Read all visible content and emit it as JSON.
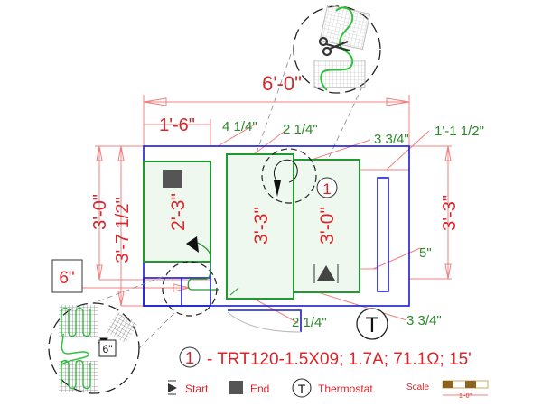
{
  "dimensions": {
    "overall_width": "6'-0\"",
    "left_width": "1'-6\"",
    "gap_4_1_4": "4 1/4\"",
    "gap_2_1_4_top": "2 1/4\"",
    "gap_3_3_4_top": "3 3/4\"",
    "gap_1_1_1_2": "1'-1 1/2\"",
    "left_height_3_0": "3'-0\"",
    "left_height_3_7_1_2": "3'-7 1/2\"",
    "right_height": "3'-3\"",
    "gap_5": "5\"",
    "gap_2_1_4_bottom": "2 1/4\"",
    "gap_3_3_4_bottom": "3 3/4\"",
    "offset_6": "6\"",
    "detail_6": "6\""
  },
  "mats": {
    "left_length": "2'-3\"",
    "middle_length": "3'-3\"",
    "right_length": "3'-0\""
  },
  "cable_marker": "1",
  "thermostat_marker": "T",
  "legend": {
    "cable_number": "1",
    "cable_spec": "- TRT120-1.5X09; 1.7A; 71.1Ω; 15'",
    "start_label": "Start",
    "end_label": "End",
    "thermostat_symbol": "T",
    "thermostat_label": "Thermostat",
    "scale_label": "Scale",
    "scale_value": "1'-0\""
  },
  "colors": {
    "dimension": "#d9262b",
    "gap": "#2a8a2a",
    "wall": "#1a1ad0",
    "mat": "#1f9a2f"
  }
}
